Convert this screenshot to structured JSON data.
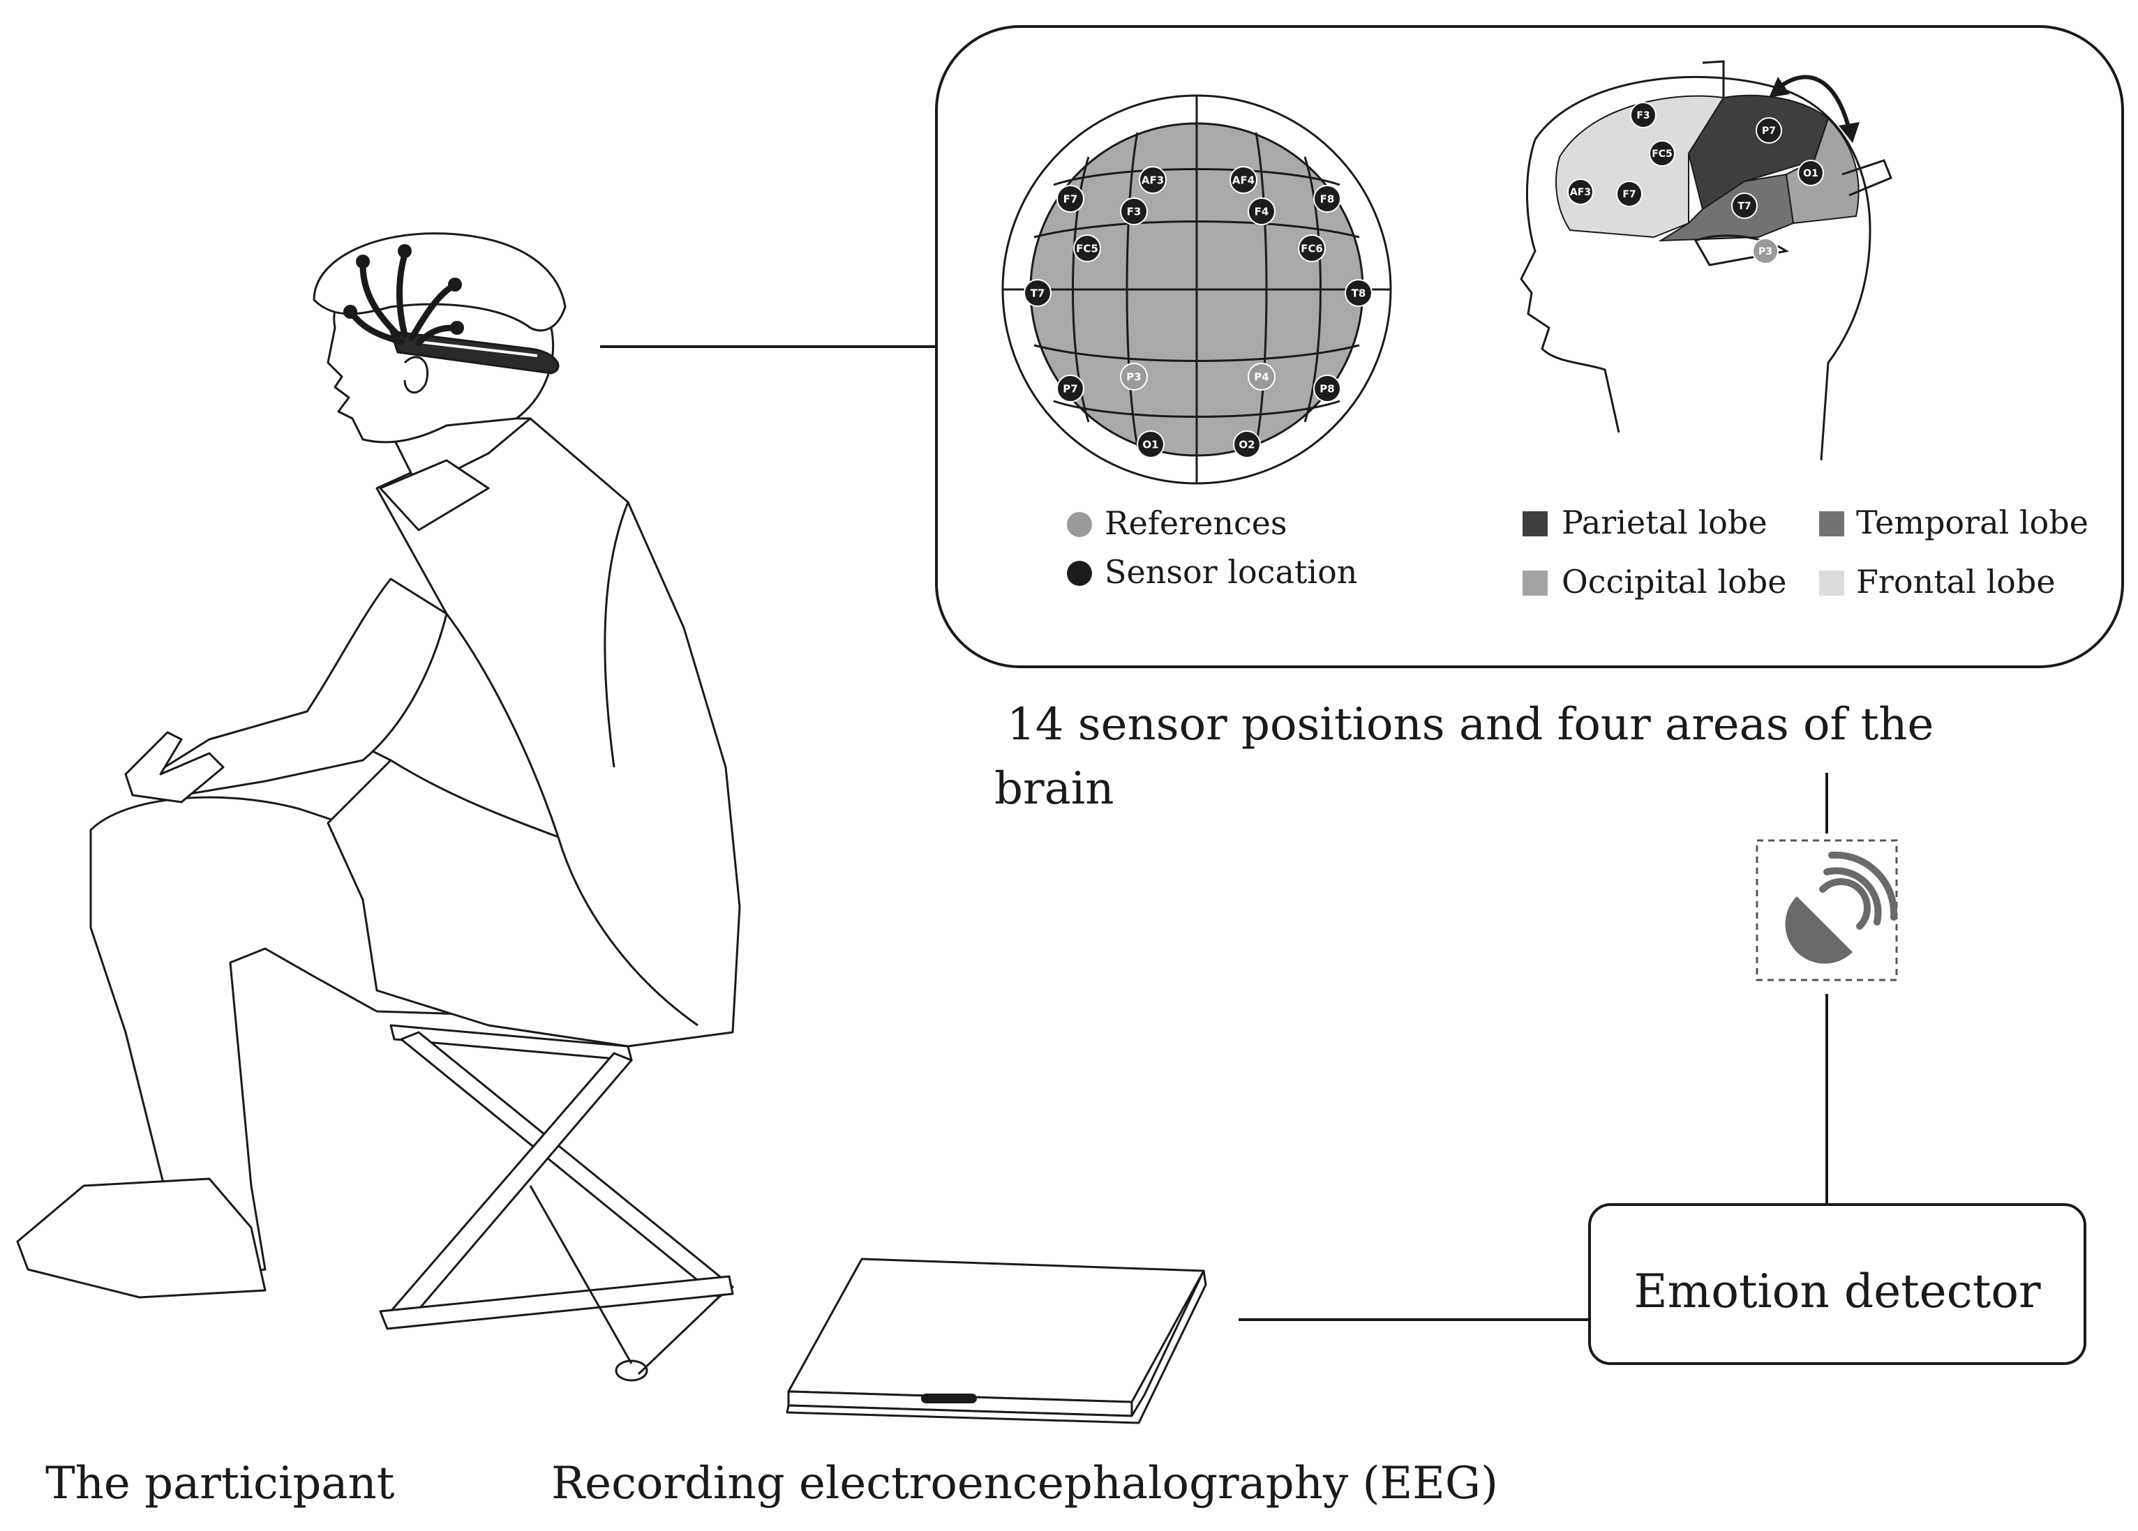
{
  "captions": {
    "participant": "The participant",
    "eeg": "Recording electroencephalography (EEG)",
    "sensors_line1": "14 sensor positions and four areas of the",
    "sensors_line2": "brain"
  },
  "emotion_detector": {
    "label": "Emotion detector"
  },
  "legend": {
    "references": "References",
    "sensor_location": "Sensor location",
    "parietal": "Parietal lobe",
    "temporal": "Temporal lobe",
    "occipital": "Occipital lobe",
    "frontal": "Frontal lobe"
  },
  "colors": {
    "sensor": "#1c1c1c",
    "reference": "#9a9a9a",
    "parietal": "#3e3e3e",
    "temporal": "#727272",
    "occipital": "#a3a3a3",
    "frontal": "#dcdcdc",
    "scalp_fill": "#a9a9a9"
  },
  "topo_sensors": [
    "AF3",
    "AF4",
    "F7",
    "F3",
    "F4",
    "F8",
    "FC5",
    "FC6",
    "T7",
    "T8",
    "P7",
    "P8",
    "O1",
    "O2"
  ],
  "reference_sensors": [
    "P3",
    "P4"
  ],
  "side_sensors": [
    "F3",
    "FC5",
    "AF3",
    "F7",
    "P7",
    "O1",
    "T7"
  ],
  "side_reference": "P3",
  "wireless_icon": "wireless-signal-icon"
}
